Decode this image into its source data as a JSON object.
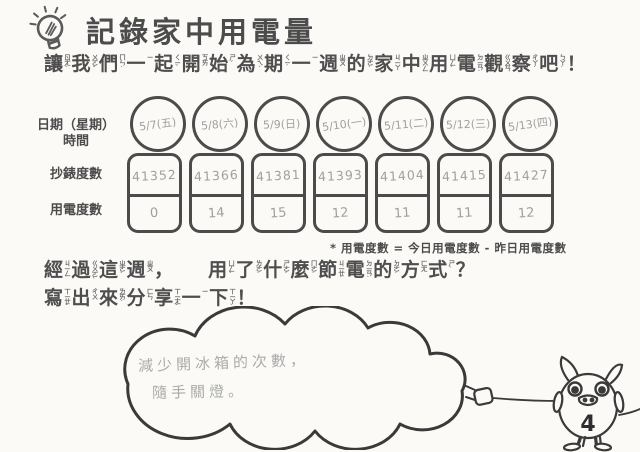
{
  "title": {
    "text": "記錄家中用電量",
    "icon": "lightbulb-icon"
  },
  "subtitle": {
    "text": "讓我們一起開始為期一週的家中用電觀察吧！",
    "chars": [
      [
        "讓",
        "ㄖㄤˋ"
      ],
      [
        "我",
        "ㄨㄛˇ"
      ],
      [
        "們",
        "ㄇㄣ˙"
      ],
      [
        "一",
        "ㄧ"
      ],
      [
        "起",
        "ㄑㄧˇ"
      ],
      [
        "開",
        "ㄎㄞ"
      ],
      [
        "始",
        "ㄕˇ"
      ],
      [
        "為",
        "ㄨㄟˊ"
      ],
      [
        "期",
        "ㄑㄧˊ"
      ],
      [
        "一",
        "ㄧ"
      ],
      [
        "週",
        "ㄓㄡ"
      ],
      [
        "的",
        "ㄉㄜ˙"
      ],
      [
        "家",
        "ㄐㄧㄚ"
      ],
      [
        "中",
        "ㄓㄨㄥ"
      ],
      [
        "用",
        "ㄩㄥˋ"
      ],
      [
        "電",
        "ㄉㄧㄢˋ"
      ],
      [
        "觀",
        "ㄍㄨㄢ"
      ],
      [
        "察",
        "ㄔㄚˊ"
      ],
      [
        "吧",
        "ㄅㄚ˙"
      ],
      [
        "！",
        ""
      ]
    ]
  },
  "table": {
    "row_labels": {
      "date_line1": "日期（星期）",
      "date_line2": "時間",
      "meter": "抄錶度數",
      "usage": "用電度數"
    },
    "columns": [
      {
        "date": "5/7(五)",
        "meter": "41352",
        "usage": "0"
      },
      {
        "date": "5/8(六)",
        "meter": "41366",
        "usage": "14"
      },
      {
        "date": "5/9(日)",
        "meter": "41381",
        "usage": "15"
      },
      {
        "date": "5/10(一)",
        "meter": "41393",
        "usage": "12"
      },
      {
        "date": "5/11(二)",
        "meter": "41404",
        "usage": "11"
      },
      {
        "date": "5/12(三)",
        "meter": "41415",
        "usage": "11"
      },
      {
        "date": "5/13(四)",
        "meter": "41427",
        "usage": "12"
      }
    ],
    "note": "* 用電度數 = 今日用電度數 - 昨日用電度數"
  },
  "question": {
    "line1_text": "經過這週， 用了什麼節電的方式？",
    "line1_chars": [
      [
        "經",
        "ㄐㄧㄥ"
      ],
      [
        "過",
        "ㄍㄨㄛˋ"
      ],
      [
        "這",
        "ㄓㄜˋ"
      ],
      [
        "週",
        "ㄓㄡ"
      ],
      [
        "，",
        ""
      ],
      [
        "　",
        ""
      ],
      [
        "用",
        "ㄩㄥˋ"
      ],
      [
        "了",
        "ㄌㄜ˙"
      ],
      [
        "什",
        "ㄕㄜˊ"
      ],
      [
        "麼",
        "ㄇㄜ˙"
      ],
      [
        "節",
        "ㄐㄧㄝˊ"
      ],
      [
        "電",
        "ㄉㄧㄢˋ"
      ],
      [
        "的",
        "ㄉㄜ˙"
      ],
      [
        "方",
        "ㄈㄤ"
      ],
      [
        "式",
        "ㄕˋ"
      ],
      [
        "？",
        ""
      ]
    ],
    "line2_text": "寫出來分享一下！",
    "line2_chars": [
      [
        "寫",
        "ㄒㄧㄝˇ"
      ],
      [
        "出",
        "ㄔㄨ"
      ],
      [
        "來",
        "ㄌㄞˊ"
      ],
      [
        "分",
        "ㄈㄣ"
      ],
      [
        "享",
        "ㄒㄧㄤˇ"
      ],
      [
        "一",
        "ㄧ"
      ],
      [
        "下",
        "ㄒㄧㄚˋ"
      ],
      [
        "！",
        ""
      ]
    ]
  },
  "cloud": {
    "line1": "減少開冰箱的次數，",
    "line2": "隨手關燈。"
  },
  "mascot": {
    "badge": "4"
  },
  "colors": {
    "ink": "#4b4b4b",
    "pencil": "#9fa0a0",
    "line": "#3a3a3a",
    "background": "#fbfaf7"
  }
}
